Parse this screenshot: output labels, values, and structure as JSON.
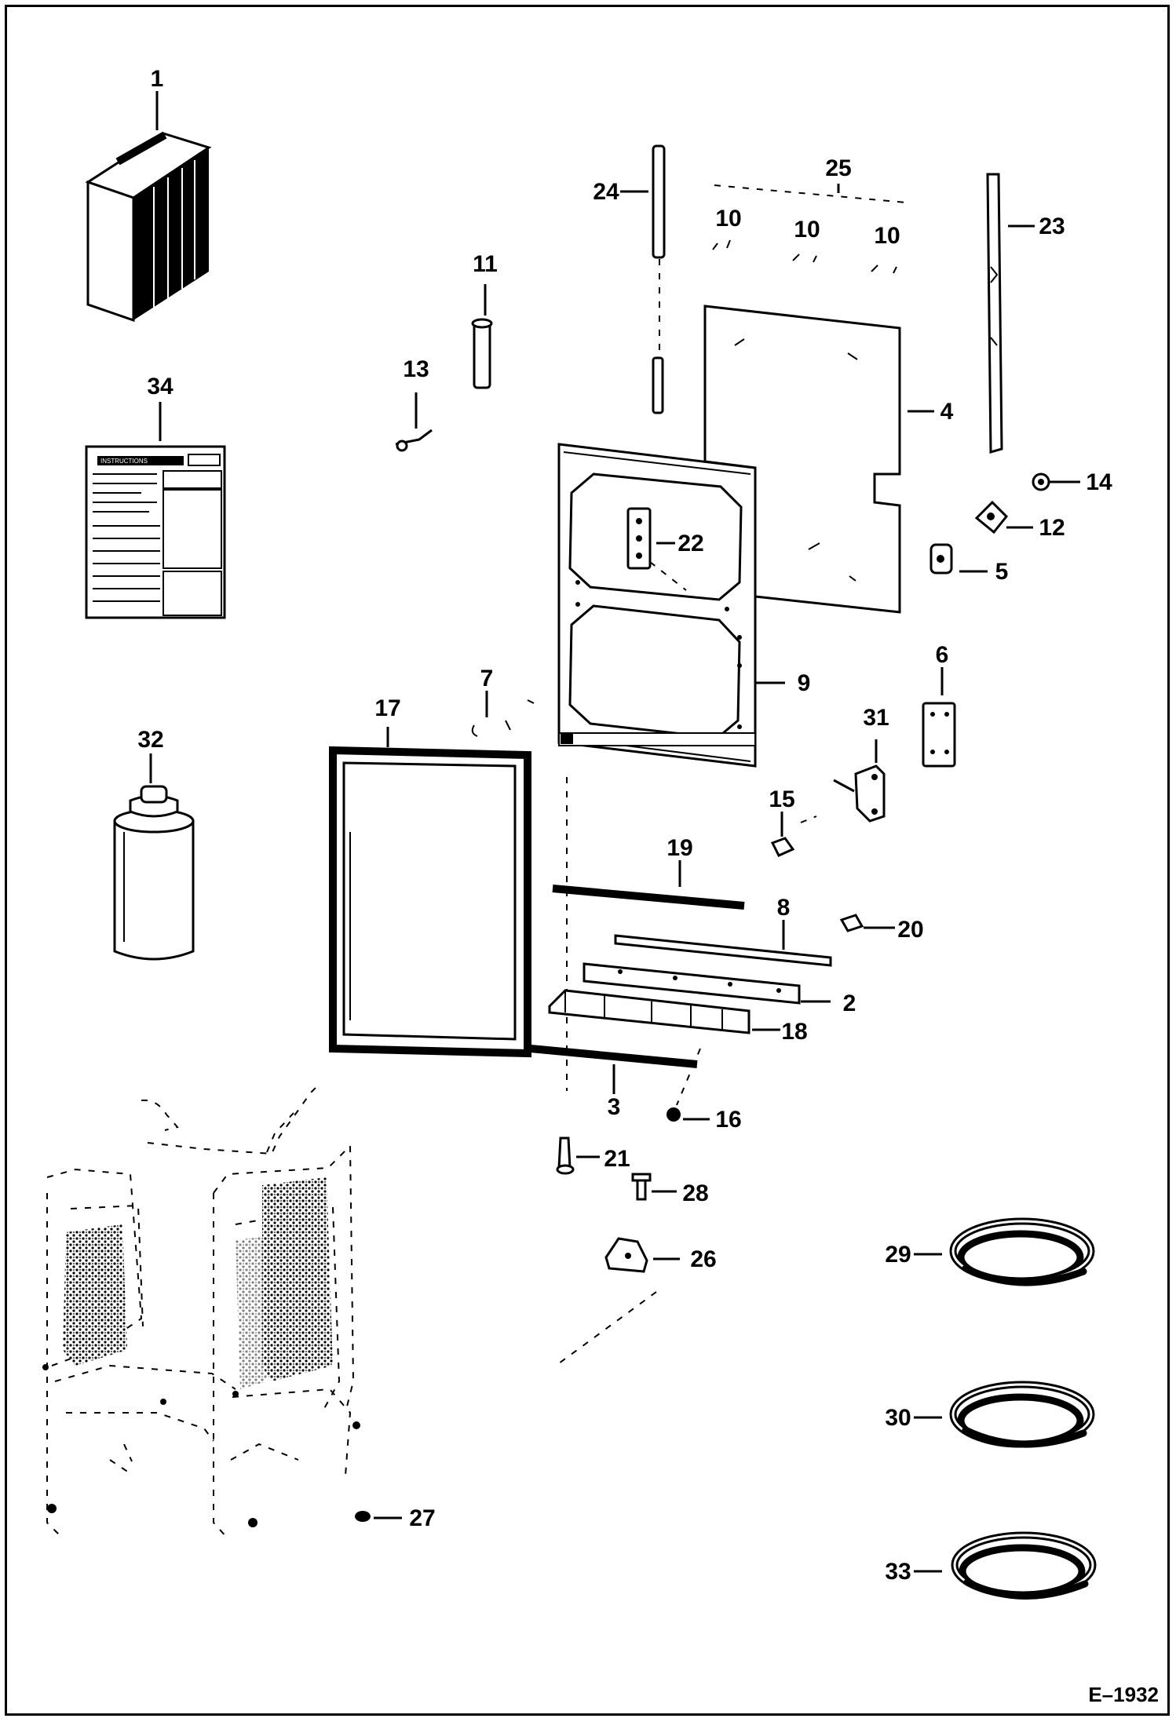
{
  "drawing_ref": "E–1932",
  "manual_title": "INSTRUCTIONS",
  "callouts": [
    "1",
    "2",
    "3",
    "4",
    "5",
    "6",
    "7",
    "8",
    "9",
    "10",
    "10",
    "10",
    "11",
    "12",
    "13",
    "14",
    "15",
    "16",
    "17",
    "18",
    "19",
    "20",
    "21",
    "22",
    "23",
    "24",
    "25",
    "26",
    "27",
    "28",
    "29",
    "30",
    "31",
    "32",
    "33",
    "34"
  ]
}
